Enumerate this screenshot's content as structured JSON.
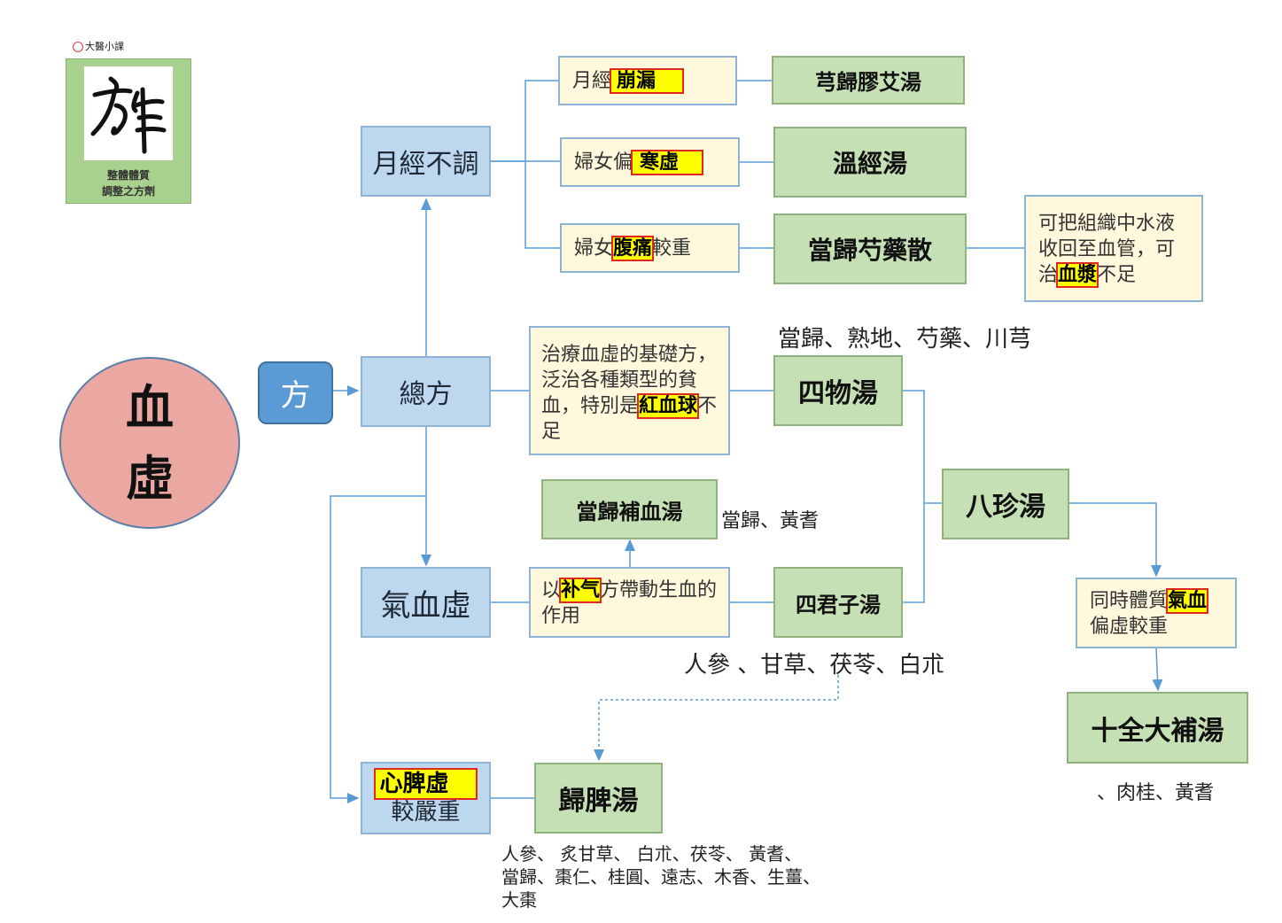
{
  "logo": {
    "brand": "大醫小課",
    "calligraphy": "方律",
    "subtitle_1": "整體體質",
    "subtitle_2": "調整之方劑"
  },
  "root": {
    "line1": "血",
    "line2": "虛"
  },
  "fang_label": "方",
  "categories": {
    "menstrual": "月經不調",
    "general": "總方",
    "qi_blood": "氣血虛",
    "heart_spleen": {
      "highlight": "心脾虛",
      "rest": "較嚴重"
    }
  },
  "menstrual_notes": [
    {
      "pre": "月經",
      "hl": "崩漏",
      "post": ""
    },
    {
      "pre": "婦女偏",
      "hl": "寒虛",
      "post": ""
    },
    {
      "pre": "婦女",
      "hl": "腹痛",
      "post": "較重"
    }
  ],
  "menstrual_formulas": [
    "芎歸膠艾湯",
    "溫經湯",
    "當歸芍藥散"
  ],
  "danggui_note": {
    "pre": "可把組織中水液收回至血管，可治",
    "hl": "血漿",
    "post": "不足"
  },
  "general_note": {
    "pre": "治療血虛的基礎方，泛治各種類型的貧血，特別是",
    "hl": "紅血球",
    "post": "不足"
  },
  "siwu": {
    "name": "四物湯",
    "herbs": "當歸、熟地、芍藥、川芎"
  },
  "buxue": {
    "name": "當歸補血湯",
    "herbs": "當歸、黃耆"
  },
  "qi_note": {
    "pre": "以",
    "hl": "补气",
    "post": "方帶動生血的作用"
  },
  "sijunzi": {
    "name": "四君子湯",
    "herbs": "人參 、甘草、茯苓、白朮"
  },
  "bazhen": {
    "name": "八珍湯"
  },
  "bazhen_note": {
    "pre": "同時體質",
    "hl": "氣血",
    "post": "偏虛較重"
  },
  "shiquan": {
    "name": "十全大補湯",
    "herbs": "、肉桂、黃耆"
  },
  "guipi": {
    "name": "歸脾湯",
    "herbs_1": "人參、 炙甘草、 白朮、茯苓、 黃耆、",
    "herbs_2": "當歸、棗仁、桂圓、遠志、木香、生薑、",
    "herbs_3": "大棗"
  },
  "colors": {
    "category_fill": "#bdd7ee",
    "formula_fill": "#c5e0b4",
    "note_fill": "#fff8dc",
    "root_fill": "#eba7a1",
    "highlight": "#ffff00",
    "highlight_border": "#e0281e",
    "connector": "#5b9bd5"
  }
}
